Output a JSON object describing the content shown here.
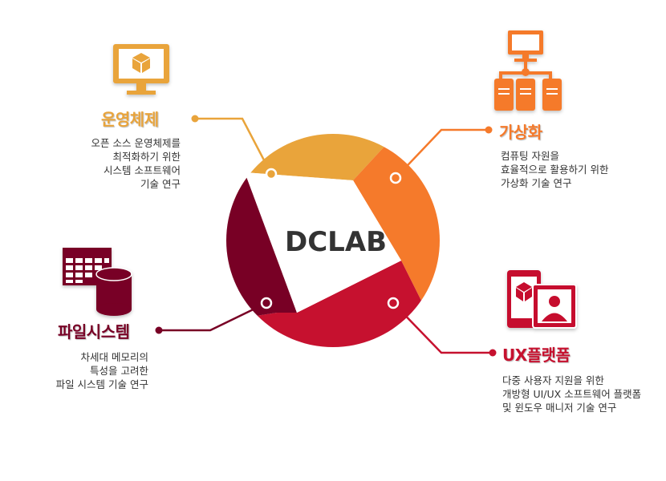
{
  "center": {
    "label": "DCLAB"
  },
  "colors": {
    "os": "#E9A43B",
    "virtualization": "#F57A2B",
    "ux": "#C6112F",
    "filesystem": "#780025",
    "text": "#333333"
  },
  "sections": {
    "os": {
      "icon": "monitor-cube-icon",
      "title": "운영체제",
      "lines": [
        "오픈 소스 운영체제를",
        "최적화하기 위한",
        "시스템 소프트웨어",
        "기술 연구"
      ]
    },
    "virtualization": {
      "icon": "server-network-icon",
      "title": "가상화",
      "lines": [
        "컴퓨팅 자원을",
        "효율적으로 활용하기 위한",
        "가상화 기술 연구"
      ]
    },
    "filesystem": {
      "icon": "calendar-database-icon",
      "title": "파일시스템",
      "lines": [
        "차세대 메모리의",
        "특성을 고려한",
        "파일 시스템 기술 연구"
      ]
    },
    "ux": {
      "icon": "tablet-user-icon",
      "title": "UX플랫폼",
      "lines": [
        "다중 사용자 지원을 위한",
        "개방형 UI/UX 소프트웨어 플랫폼",
        "및 윈도우 매니저 기술 연구"
      ]
    }
  }
}
